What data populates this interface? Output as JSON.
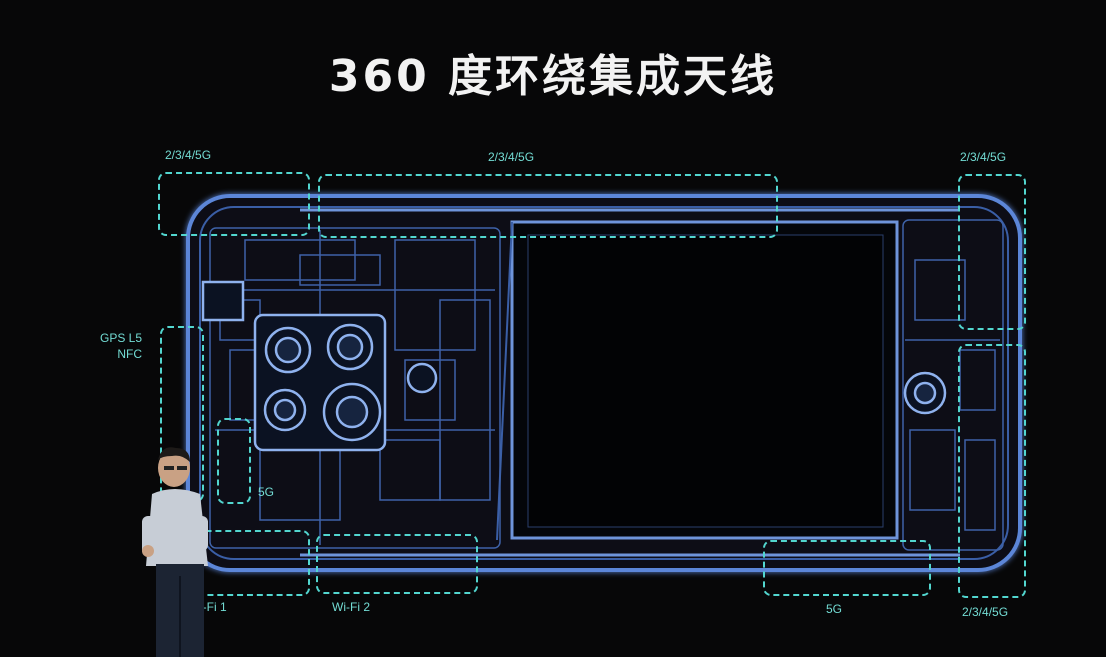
{
  "title": "360 度环绕集成天线",
  "antenna_labels": {
    "top_left": "2/3/4/5G",
    "top_center": "2/3/4/5G",
    "top_right": "2/3/4/5G",
    "left_side": "GPS L5\nNFC",
    "left_inner": "5G",
    "bottom_left": "L1/Wi-Fi 1",
    "bottom_center": "Wi-Fi 2",
    "bottom_right": "5G",
    "bottom_far_right": "2/3/4/5G"
  },
  "colors": {
    "background": "#070708",
    "dashed_zone": "#52d6cf",
    "phone_glow": "#4b79c9",
    "title": "#f2f2f2"
  },
  "icons": [
    "phone-xray-image",
    "presenter-figure"
  ]
}
